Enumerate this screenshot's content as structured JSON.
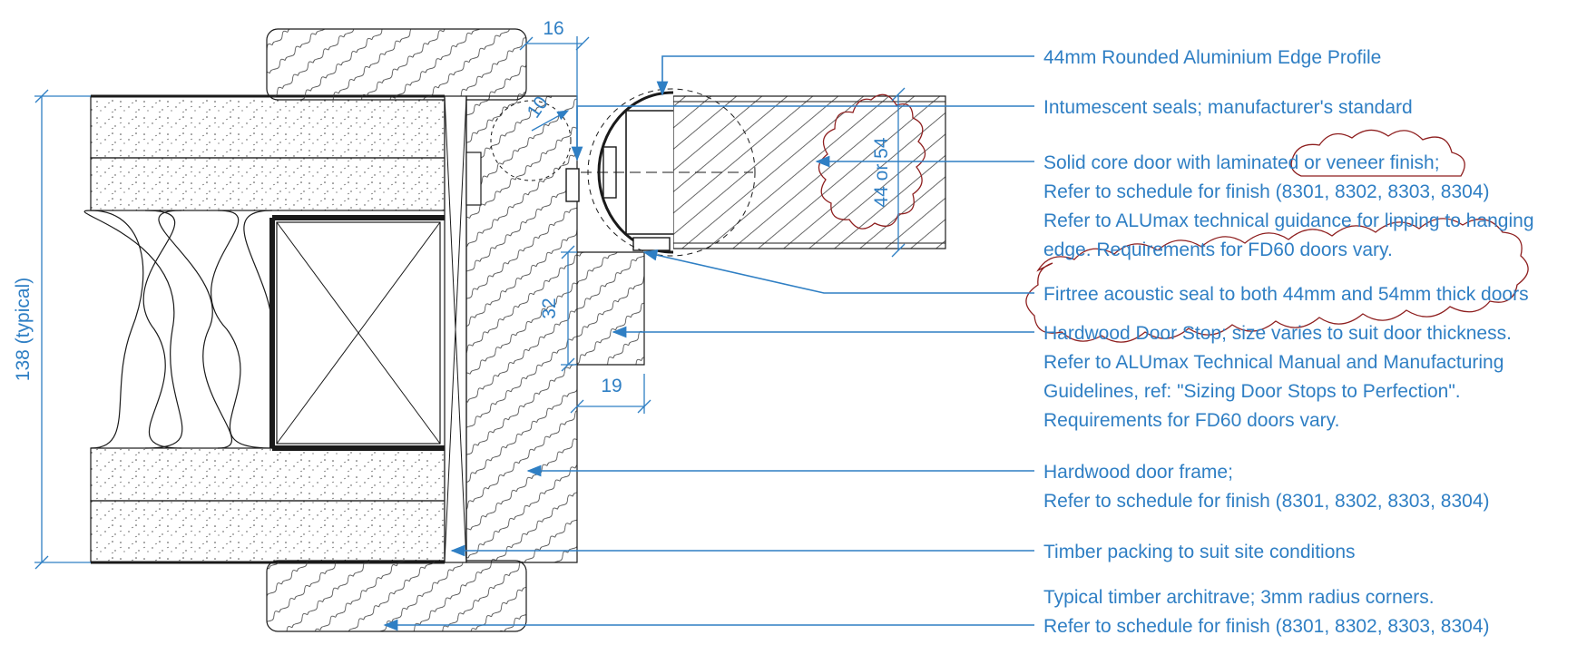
{
  "notes": {
    "edge_profile": "44mm Rounded Aluminium Edge Profile",
    "intumescent": "Intumescent seals; manufacturer's standard",
    "door_1": "Solid core door with laminated or veneer finish;",
    "door_2": "Refer to schedule for finish (8301, 8302, 8303, 8304)",
    "door_3": "Refer to ALUmax technical guidance for lipping to hanging",
    "door_4": "edge. Requirements for FD60 doors vary.",
    "firtree": "Firtree acoustic seal to both 44mm and 54mm thick doors",
    "stop_1": "Hardwood Door Stop; size varies to suit door thickness.",
    "stop_2": "Refer to ALUmax Technical Manual and Manufacturing",
    "stop_3": "Guidelines, ref: \"Sizing Door Stops to Perfection\".",
    "stop_4": "Requirements for FD60 doors vary.",
    "frame_1": "Hardwood door frame;",
    "frame_2": "Refer to schedule for finish (8301, 8302, 8303, 8304)",
    "packing": "Timber packing to suit site conditions",
    "arch_1": "Typical timber architrave; 3mm radius corners.",
    "arch_2": "Refer to schedule for finish (8301, 8302, 8303, 8304)"
  },
  "dimensions": {
    "wall": "138 (typical)",
    "gap": "16",
    "radius": "10",
    "door_thickness": "44 or 54",
    "stop_depth": "32",
    "stop_width": "19"
  },
  "colors": {
    "annotation": "#2f7fc4",
    "linework": "#1a1a1a",
    "revision_cloud": "#8e1f1f"
  }
}
